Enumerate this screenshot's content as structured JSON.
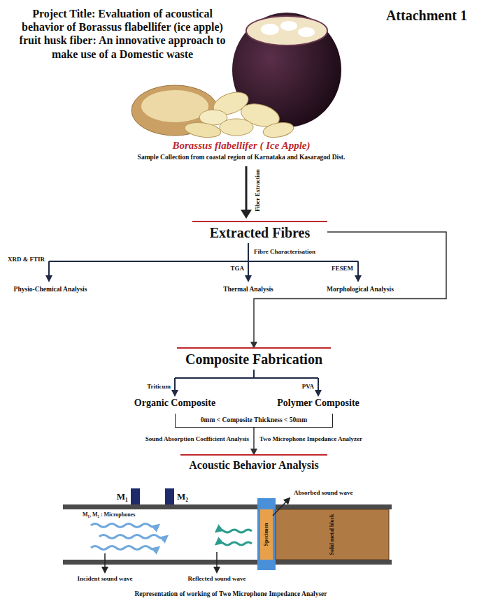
{
  "diagram": {
    "title": "Project Title: Evaluation of acoustical behavior of Borassus flabellifer (ice apple) fruit husk fiber: An innovative approach to make use of a Domestic waste",
    "caption": "Representation of working of Two Microphone Impedance Analyser",
    "nodes": [
      {
        "text": [
          "Extracted Fibres"
        ]
      },
      {
        "text": [
          "Composite Fabrication"
        ]
      },
      {
        "text": [
          "0mm < Composite Thickness < 50mm"
        ]
      },
      {
        "text": [
          "Acoustic Behavior Analysis"
        ]
      }
    ],
    "edges": [
      {
        "from": 0,
        "to": 1,
        "arrow": "to"
      },
      {
        "from": 2,
        "to": 3,
        "arrow": "to"
      }
    ],
    "labels": [
      "Attachment 1",
      "Borassus flabellifer ( Ice Apple)",
      "Sample Collection from coastal region of Karnataka and Kasaragod Dist.",
      "Fiber Extraction",
      "Fibre Characterisation",
      "XRD & FTIR",
      "TGA",
      "FESEM",
      "Physio-Chemical Analysis",
      "Thermal Analysis",
      "Morphological Analysis",
      "Triticum",
      "PVA",
      "Organic Composite",
      "Polymer Composite",
      "Sound Absorption Coefficient Analysis",
      "Two Microphone Impedance Analyzer",
      "M₁",
      "M₂",
      "M₁, M₂ : Microphones",
      "Absorbed sound wave",
      "Specimen",
      "Solid metal block",
      "Incident sound wave",
      "Reflected sound wave"
    ]
  }
}
